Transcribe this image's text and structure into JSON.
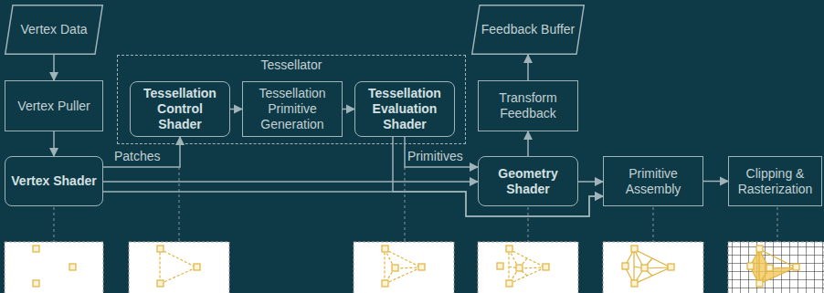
{
  "diagram": {
    "nodes": [
      {
        "text": [
          "Vertex Data"
        ]
      },
      {
        "text": [
          "Vertex Puller"
        ]
      },
      {
        "text": [
          "Vertex Shader"
        ]
      },
      {
        "text": [
          "Tessellator"
        ]
      },
      {
        "text": [
          "Tessellation Control Shader"
        ],
        "in": 3
      },
      {
        "text": [
          "Tessellation Primitive Generation"
        ],
        "in": 3
      },
      {
        "text": [
          "Tessellation Evaluation Shader"
        ],
        "in": 3
      },
      {
        "text": [
          "Feedback Buffer"
        ]
      },
      {
        "text": [
          "Transform Feedback"
        ]
      },
      {
        "text": [
          "Geometry Shader"
        ]
      },
      {
        "text": [
          "Primitive Assembly"
        ]
      },
      {
        "text": [
          "Clipping & Rasterization"
        ]
      }
    ],
    "edges": [
      {
        "from": 0,
        "to": 1,
        "arrow": "to"
      },
      {
        "from": 1,
        "to": 2,
        "arrow": "to"
      },
      {
        "from": 2,
        "to": 4,
        "arrow": "to",
        "label": "Patches"
      },
      {
        "from": 4,
        "to": 5,
        "arrow": "to"
      },
      {
        "from": 5,
        "to": 6,
        "arrow": "to"
      },
      {
        "from": 6,
        "to": 9,
        "arrow": "to",
        "label": "Primitives"
      },
      {
        "from": 2,
        "to": 9,
        "arrow": "to"
      },
      {
        "from": 2,
        "to": 10,
        "arrow": "to"
      },
      {
        "from": 6,
        "to": 10,
        "arrow": "to"
      },
      {
        "from": 9,
        "to": 8,
        "arrow": "to"
      },
      {
        "from": 8,
        "to": 7,
        "arrow": "to"
      },
      {
        "from": 9,
        "to": 10,
        "arrow": "to"
      },
      {
        "from": 10,
        "to": 11,
        "arrow": "to"
      }
    ]
  }
}
